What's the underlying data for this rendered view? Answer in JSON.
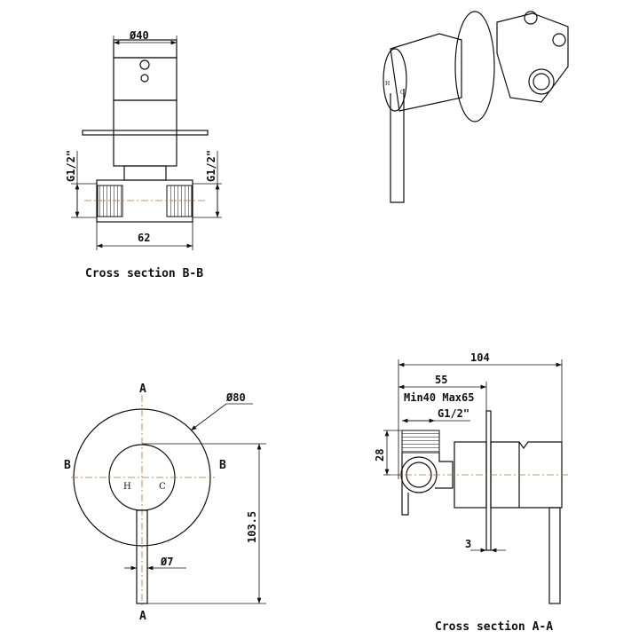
{
  "view_bb": {
    "diameter": "Ø40",
    "thread_left": "G1/2\"",
    "thread_right": "G1/2\"",
    "width": "62",
    "caption": "Cross section  B-B"
  },
  "view_front": {
    "section_a_top": "A",
    "section_a_bottom": "A",
    "section_b_left": "B",
    "section_b_right": "B",
    "diameter": "Ø80",
    "lever_diameter": "Ø7",
    "height": "103.5",
    "hot": "H",
    "cold": "C"
  },
  "view_iso": {
    "hot": "H",
    "cold": "C"
  },
  "view_aa": {
    "total_depth": "104",
    "depth": "55",
    "range": "Min40 Max65",
    "thread": "G1/2\"",
    "height": "28",
    "plate": "3",
    "caption": "Cross section A-A"
  }
}
